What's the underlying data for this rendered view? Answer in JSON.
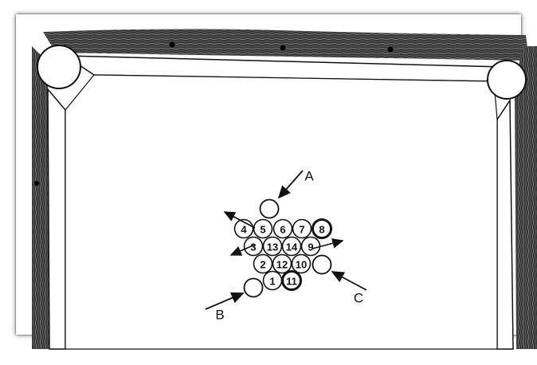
{
  "colors": {
    "felt": "#ffffff",
    "rail": "#2a2a2a",
    "line": "#111111"
  },
  "balls": [
    {
      "number": "4"
    },
    {
      "number": "5"
    },
    {
      "number": "6"
    },
    {
      "number": "7"
    },
    {
      "number": "8"
    },
    {
      "number": "3"
    },
    {
      "number": "13"
    },
    {
      "number": "14"
    },
    {
      "number": "9"
    },
    {
      "number": "2"
    },
    {
      "number": "12"
    },
    {
      "number": "10"
    },
    {
      "number": "1"
    },
    {
      "number": "11"
    }
  ],
  "cue_balls": [
    {
      "label": "A"
    },
    {
      "label": "B"
    },
    {
      "label": "C"
    }
  ],
  "pockets": [
    {
      "name": "top-left-pocket"
    },
    {
      "name": "top-right-pocket"
    }
  ]
}
